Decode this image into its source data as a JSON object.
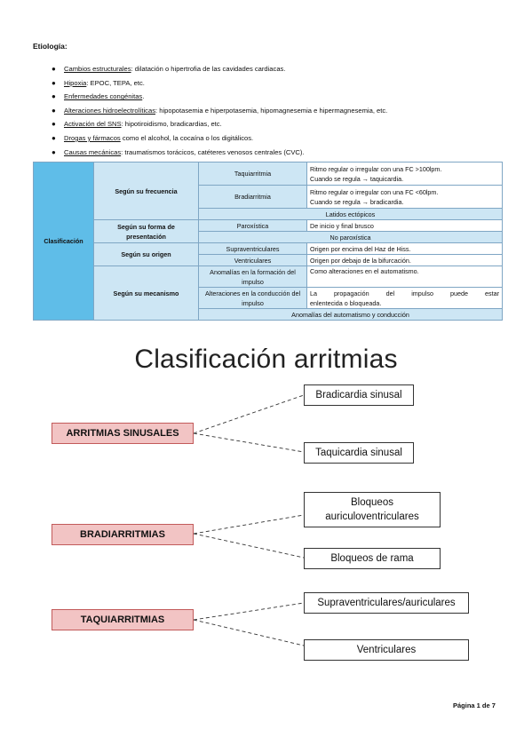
{
  "etiologia": {
    "heading": "Etiología:",
    "items": [
      {
        "term": "Cambios estructurales",
        "rest": ": dilatación o hipertrofia de las cavidades cardiacas."
      },
      {
        "term": "Hipoxia",
        "rest": ": EPOC, TEPA, etc."
      },
      {
        "term": "Enfermedades congénitas",
        "rest": "."
      },
      {
        "term": "Alteraciones hidroelectrolíticas",
        "rest": ": hipopotasemia e hiperpotasemia, hipomagnesemia e hipermagnesemia, etc."
      },
      {
        "term": "Activación del SNS",
        "rest": ": hipotiroidismo, bradicardias, etc."
      },
      {
        "term": "Drogas y fármacos",
        "rest": " como el alcohol, la cocaína o los digitálicos."
      },
      {
        "term": "Causas mecánicas",
        "rest": ": traumatismos torácicos, catéteres venosos centrales (CVC)."
      }
    ]
  },
  "table": {
    "clasificacion": "Clasificación",
    "frecuencia": "Según su frecuencia",
    "taquiarritmia": "Taquiarritmia",
    "taqui_desc_1": "Ritmo regular o irregular con una FC >100lpm.",
    "taqui_desc_2": "Cuando se regula → taquicardia.",
    "bradiarritmia": "Bradiarritmia",
    "bradi_desc_1": "Ritmo regular o irregular con una FC <60lpm.",
    "bradi_desc_2": "Cuando se regula → bradicardia.",
    "latidos": "Latidos ectópicos",
    "forma": "Según su forma de presentación",
    "paroxistica": "Paroxística",
    "parox_desc": "De inicio y final brusco",
    "no_parox": "No paroxística",
    "origen": "Según su origen",
    "supra": "Supraventriculares",
    "supra_desc": "Origen por encima del Haz de Hiss.",
    "ventri": "Ventriculares",
    "ventri_desc": "Origen por debajo de la bifurcación.",
    "mecanismo": "Según su mecanismo",
    "anom_form": "Anomalías en la formación del impulso",
    "anom_form_desc": "Como alteraciones en el automatismo.",
    "alt_cond": "Alteraciones en la conducción del impulso",
    "alt_cond_desc_1": "La propagación del impulso puede estar",
    "alt_cond_desc_2": "enlentecida o bloqueada.",
    "anom_auto": "Anomalías del automatismo y conducción"
  },
  "diagram": {
    "title": "Clasificación arritmias",
    "groups": [
      {
        "category": "ARRITMIAS SINUSALES",
        "children": [
          "Bradicardia sinusal",
          "Taquicardia sinusal"
        ]
      },
      {
        "category": "BRADIARRITMIAS",
        "children": [
          "Bloqueos auriculoventriculares",
          "Bloqueos de rama"
        ]
      },
      {
        "category": "TAQUIARRITMIAS",
        "children": [
          "Supraventriculares/auriculares",
          "Ventriculares"
        ]
      }
    ]
  },
  "footer": "Página 1 de 7"
}
